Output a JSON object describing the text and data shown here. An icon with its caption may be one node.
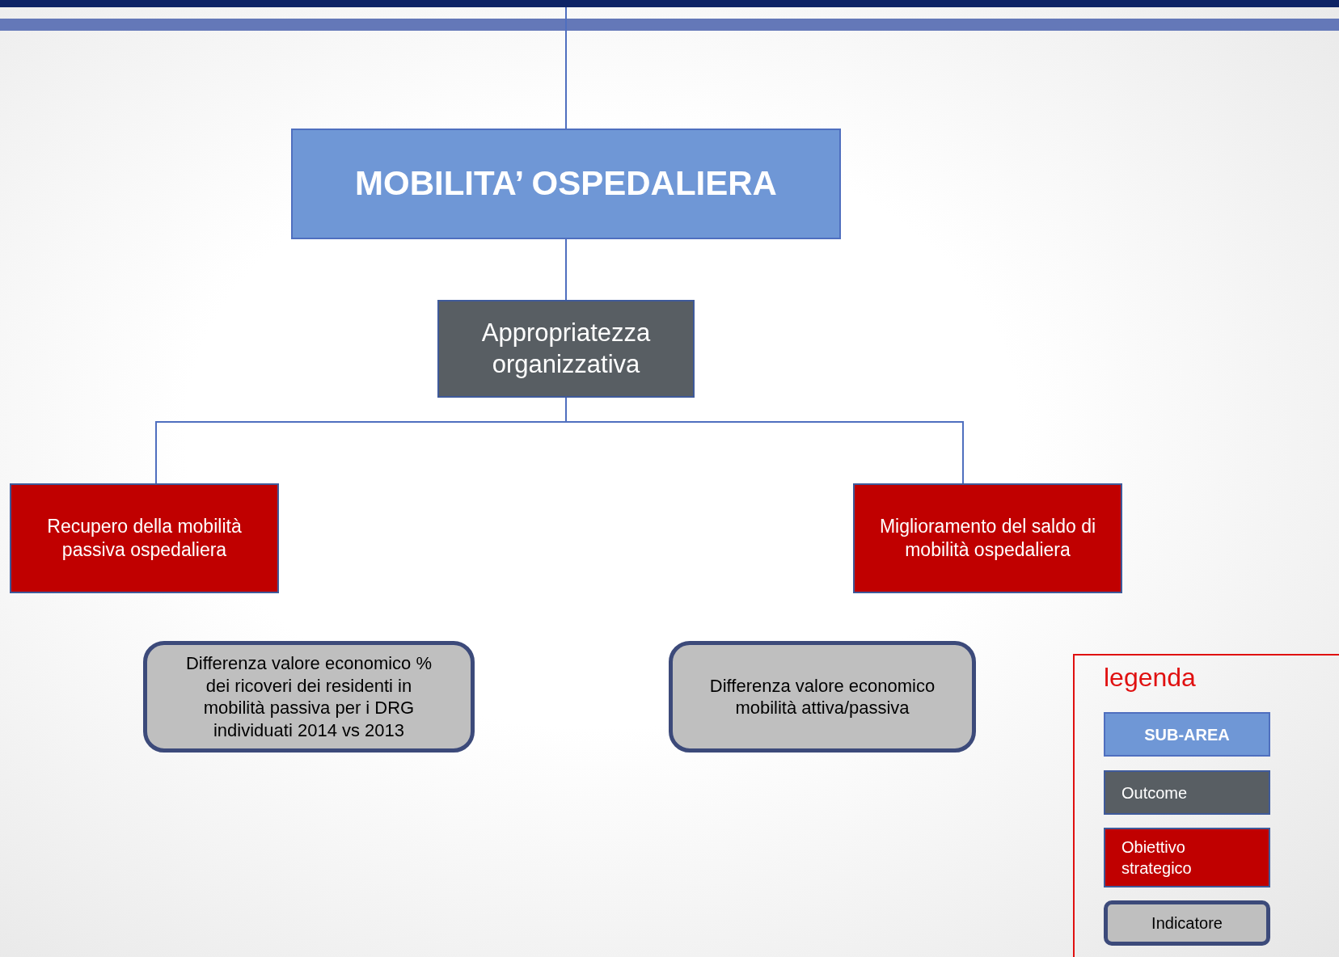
{
  "diagram": {
    "nodes": [
      {
        "text": [
          "MOBILITA’ OSPEDALIERA"
        ]
      },
      {
        "text": [
          "Appropriatezza organizzativa"
        ]
      },
      {
        "text": [
          "Recupero della mobilità passiva ospedaliera"
        ]
      },
      {
        "text": [
          "Miglioramento del saldo di mobilità ospedaliera"
        ]
      },
      {
        "text": [
          "Differenza valore economico % dei ricoveri dei residenti in mobilità passiva per i DRG individuati 2014 vs 2013"
        ]
      },
      {
        "text": [
          "Differenza valore economico mobilità attiva/passiva"
        ]
      }
    ],
    "edges": [
      {
        "from": null,
        "to": 0,
        "arrow": "none"
      },
      {
        "from": 0,
        "to": 1,
        "arrow": "none"
      },
      {
        "from": 1,
        "to": 2,
        "arrow": "none"
      },
      {
        "from": 1,
        "to": 3,
        "arrow": "none"
      }
    ],
    "labels": [
      "legenda"
    ],
    "legend": [
      {
        "text": "SUB-AREA",
        "color": "#6f97d6"
      },
      {
        "text": "Outcome",
        "color": "#585e63"
      },
      {
        "text": "Obiettivo strategico",
        "color": "#c00000"
      },
      {
        "text": "Indicatore",
        "color": "#bfbfbf"
      }
    ]
  }
}
